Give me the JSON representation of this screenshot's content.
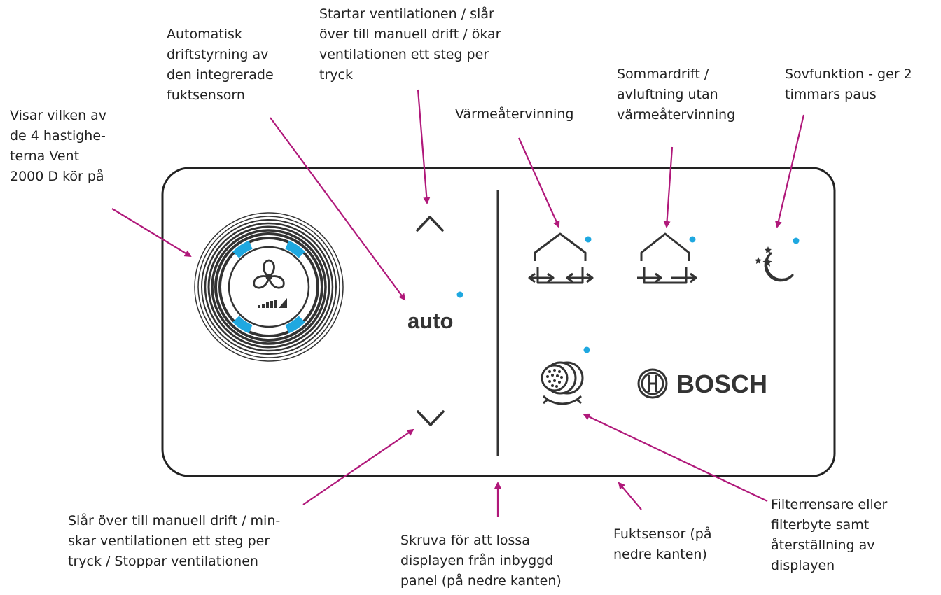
{
  "colors": {
    "arrow": "#b0187a",
    "indicator": "#1fa8e0",
    "panel_border": "#222222",
    "icon": "#333333",
    "text": "#222222"
  },
  "labels": {
    "speeds": "Visar vilken av\nde 4 hastighe-\nterna Vent\n2000 D kör på",
    "auto": "Automatisk\ndriftstyrning av\nden integrerade\nfuktsensorn",
    "up": "Startar ventilationen / slår\növer till manuell drift / ökar\nventilationen ett steg per\ntryck",
    "heat_recovery": "Värmeåtervinning",
    "summer": "Sommardrift /\navluftning utan\nvärmeåtervinning",
    "sleep": "Sovfunktion - ger 2\ntimmars paus",
    "down": "Slår över till manuell drift / min-\nskar ventilationen ett steg per\ntryck / Stoppar ventilationen",
    "screw": "Skruva för att lossa\ndisplayen från inbyggd\npanel (på nedre kanten)",
    "humidity": "Fuktsensor (på\nnedre kanten)",
    "filter": "Filterrensare eller\nfilterbyte samt\nåterställning av\ndisplayen"
  },
  "panel": {
    "auto_button": "auto",
    "brand": "BOSCH"
  },
  "icons": [
    "fan-icon",
    "speed-bars-icon",
    "chevron-up-icon",
    "chevron-down-icon",
    "heat-recovery-icon",
    "summer-mode-icon",
    "sleep-icon",
    "filter-icon",
    "bosch-logo-icon"
  ]
}
